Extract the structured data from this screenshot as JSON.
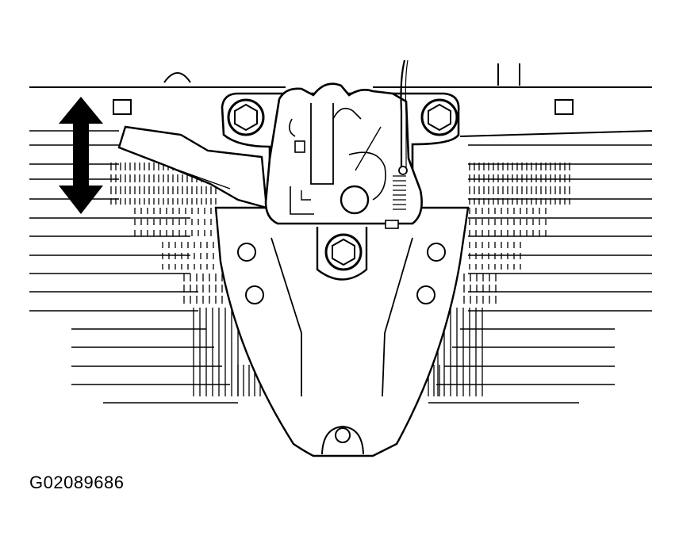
{
  "figure": {
    "id_label": "G02089686"
  },
  "diagram": {
    "subject": "hood-latch-assembly",
    "colors": {
      "ink": "#000000",
      "paper": "#ffffff"
    },
    "icons": {
      "adjust_arrow": "double-headed-vertical-arrow",
      "bolt": "hex-bolt-icon",
      "hole": "round-hole-icon"
    }
  }
}
